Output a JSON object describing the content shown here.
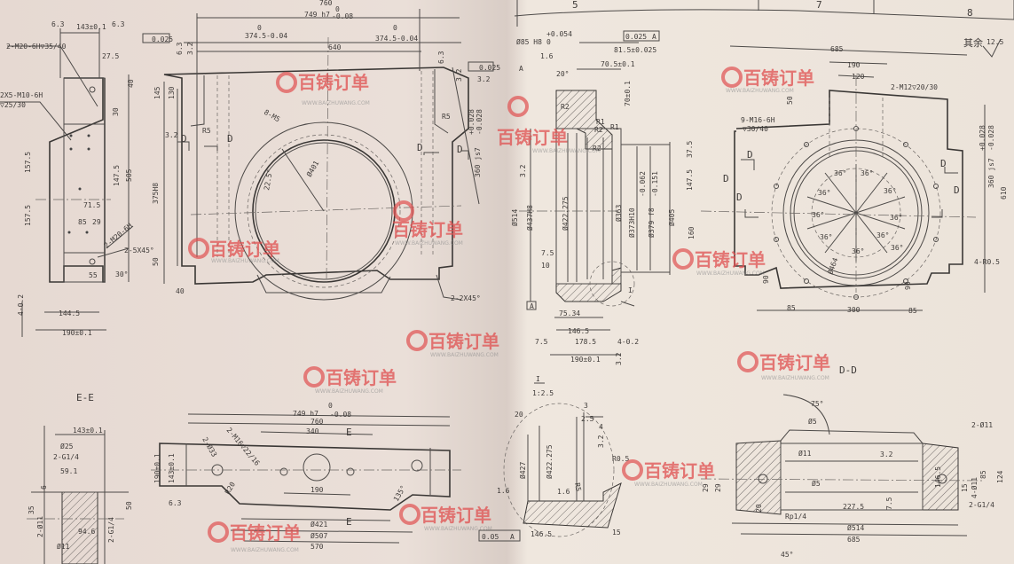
{
  "sheet": {
    "zone_numbers": [
      "5",
      "7",
      "8"
    ],
    "roughness_default_label": "其余",
    "roughness_default_value": "12.5"
  },
  "main_view": {
    "dims": [
      "760",
      "749 h7",
      "0",
      "-0.08",
      "0",
      "374.5-0.04",
      "0",
      "374.5-0.04",
      "640",
      "0.025",
      "0.025",
      "A",
      "6.3",
      "3.2",
      "6.3",
      "3.2",
      "3.2",
      "R5",
      "R5",
      "8-M5",
      "Ø401",
      "22.5°",
      "145",
      "130",
      "375H8",
      "360 js7",
      "+0.028",
      "-0.028",
      "50",
      "40",
      "2-2X45°",
      "D",
      "D",
      "D",
      "D",
      "3.2"
    ]
  },
  "side_view": {
    "dims": [
      "143±0.1",
      "6.3",
      "6.3",
      "2-M20-6H▽35/40",
      "27.5",
      "40",
      "2X5-M10-6H",
      "▽25/30",
      "30",
      "157.5",
      "147.5",
      "505",
      "71.5",
      "157.5",
      "85",
      "29",
      "2-M20-6H",
      "2-5X45°",
      "55",
      "30°",
      "4-0.2",
      "144.5",
      "190±0.1"
    ]
  },
  "section_view": {
    "dims": [
      "Ø85 H8",
      "+0.054",
      "0",
      "1.6",
      "0.025",
      "A",
      "81.5±0.025",
      "70.5±0.1",
      "20°",
      "70±0.1",
      "R1",
      "R1",
      "R2",
      "R2",
      "R2",
      "3.2",
      "Ø514",
      "Ø437H8",
      "Ø422.275",
      "Ø363",
      "Ø373H10",
      "Ø379 f8",
      "-0.062",
      "-0.151",
      "Ø405",
      "7.5",
      "10",
      "A",
      "75.34",
      "146.5",
      "178.5",
      "7.5",
      "4-0.2",
      "190±0.1",
      "3.2",
      "I"
    ]
  },
  "end_view": {
    "dims": [
      "685",
      "190",
      "120",
      "2-M12▽20/30",
      "50",
      "9-M16-6H",
      "▽30/40",
      "37.5",
      "147.5",
      "160",
      "36°",
      "36°",
      "36°",
      "36°",
      "36°",
      "36°",
      "36°",
      "36°",
      "36°",
      "36°",
      "Ø464",
      "360 js7",
      "+0.028",
      "-0.028",
      "610",
      "4-R0.5",
      "90",
      "90",
      "85",
      "300",
      "85",
      "D",
      "D",
      "D",
      "D",
      "D",
      "D-D"
    ]
  },
  "ee_view": {
    "title": "E-E",
    "dims": [
      "143±0.1",
      "Ø25",
      "2-G1/4",
      "59.1",
      "6",
      "35",
      "2-Ø11",
      "94.6",
      "2-G1/4",
      "Ø11",
      "50"
    ]
  },
  "bottom_view": {
    "dims": [
      "760",
      "749 h7",
      "0",
      "-0.08",
      "340",
      "E",
      "E",
      "190±0.1",
      "143±0.1",
      "2-Ø33",
      "2-M16▽22/16",
      "R20",
      "6.3",
      "190",
      "Ø421",
      "Ø507",
      "570",
      "135°"
    ]
  },
  "detail_view": {
    "title": "I",
    "scale": "1:2.5",
    "dims": [
      "20",
      "3",
      "2.5",
      "4",
      "Ø427",
      "Ø422.275",
      "1.6",
      "1.6",
      "R5",
      "3.2",
      "R0.5",
      "0.05",
      "A",
      "146.5",
      "15"
    ]
  },
  "flange_view": {
    "dims": [
      "75°",
      "Ø5",
      "2-Ø11",
      "Ø11",
      "3.2",
      "Ø5",
      "227.5",
      "Rp1/4",
      "Ø514",
      "685",
      "45°",
      "85",
      "124",
      "4-Ø11",
      "146.5",
      "20",
      "29",
      "7.5",
      "2-G1/4",
      "29",
      "15"
    ]
  },
  "watermark": {
    "brand": "百铸订单",
    "url": "WWW.BAIZHUWANG.COM"
  }
}
